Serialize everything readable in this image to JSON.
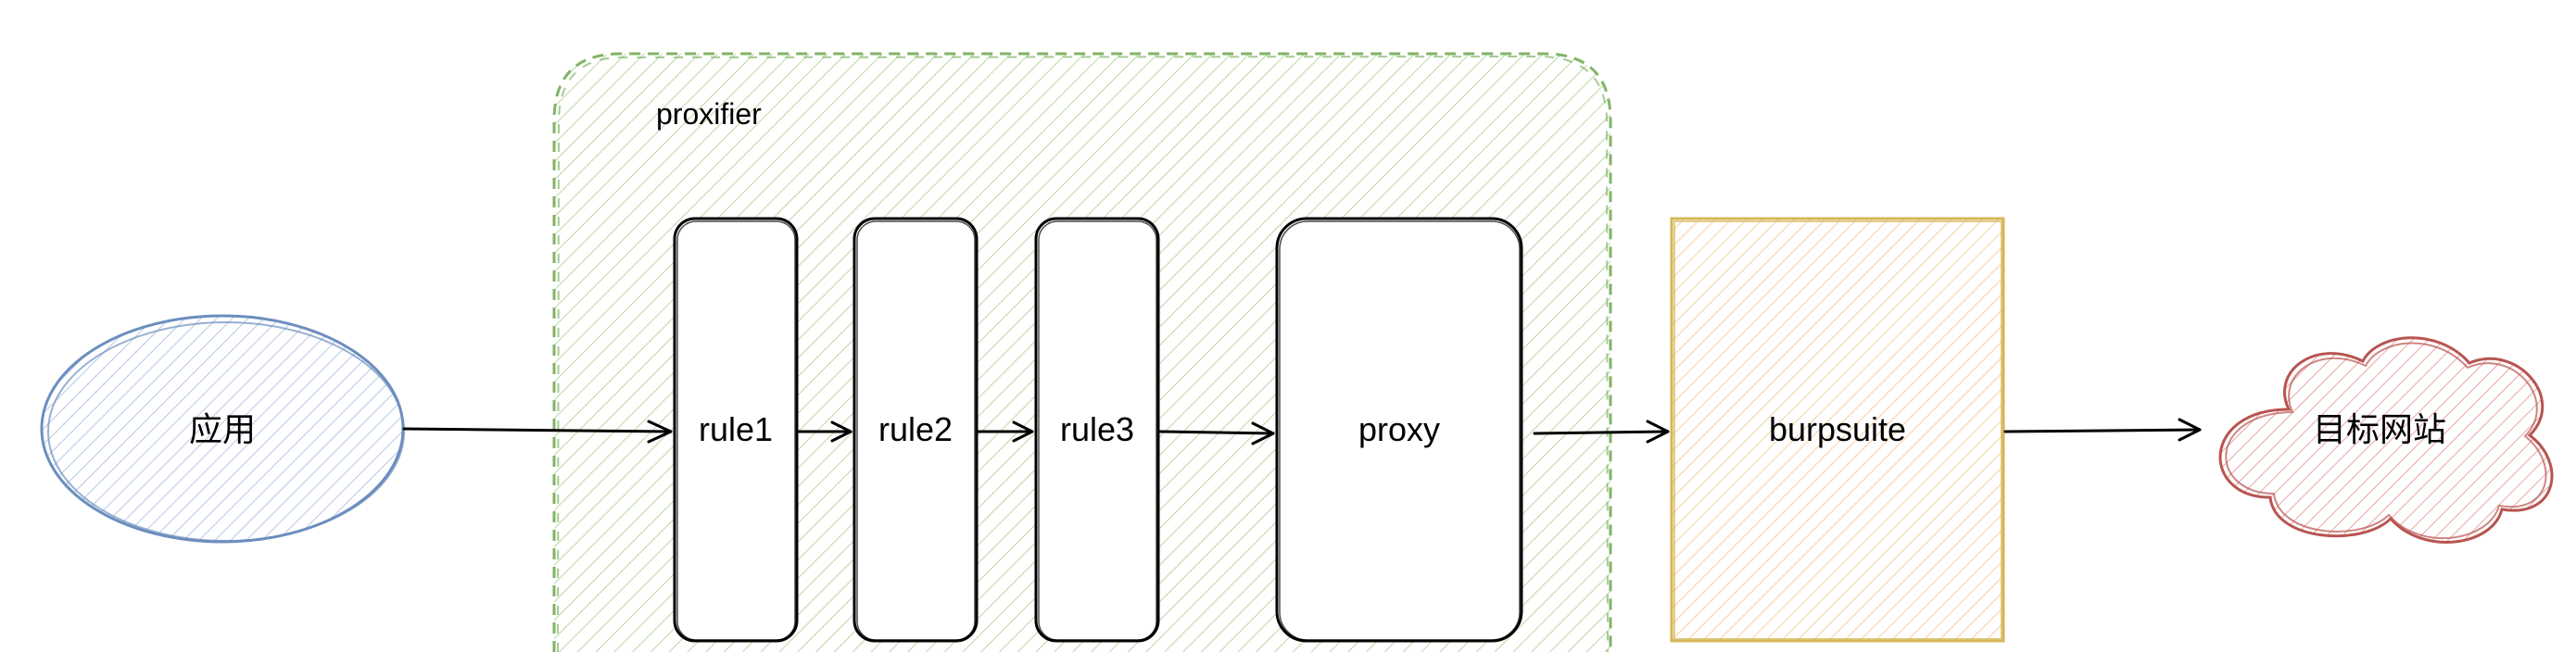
{
  "diagram": {
    "nodes": {
      "app": {
        "label": "应用",
        "shape": "ellipse",
        "stroke": "#6c8ebf",
        "fill": "#dae8fc"
      },
      "proxifier": {
        "label": "proxifier",
        "shape": "dashed-rounded-group",
        "stroke": "#82b366",
        "fill": "#d5e8d4"
      },
      "rule1": {
        "label": "rule1",
        "shape": "rounded-rect",
        "stroke": "#000000"
      },
      "rule2": {
        "label": "rule2",
        "shape": "rounded-rect",
        "stroke": "#000000"
      },
      "rule3": {
        "label": "rule3",
        "shape": "rounded-rect",
        "stroke": "#000000"
      },
      "proxy": {
        "label": "proxy",
        "shape": "rounded-rect",
        "stroke": "#000000"
      },
      "burpsuite": {
        "label": "burpsuite",
        "shape": "rect",
        "stroke": "#d6b656",
        "fill": "#ffe6cc"
      },
      "target": {
        "label": "目标网站",
        "shape": "cloud",
        "stroke": "#b85450",
        "fill": "#f8cecc"
      }
    },
    "edges": [
      {
        "from": "app",
        "to": "rule1"
      },
      {
        "from": "rule1",
        "to": "rule2"
      },
      {
        "from": "rule2",
        "to": "rule3"
      },
      {
        "from": "rule3",
        "to": "proxy"
      },
      {
        "from": "proxy",
        "to": "burpsuite"
      },
      {
        "from": "burpsuite",
        "to": "target"
      }
    ]
  }
}
